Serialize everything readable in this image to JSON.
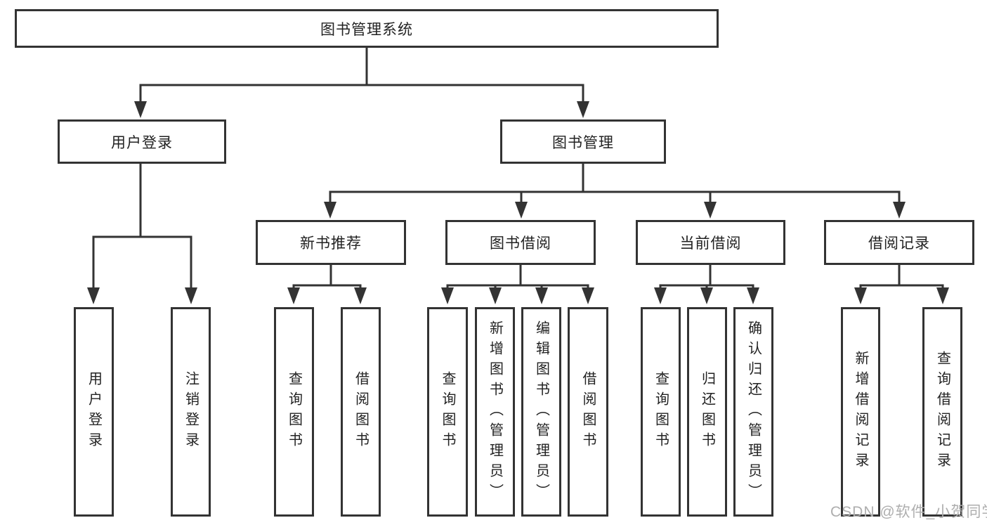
{
  "colors": {
    "line": "#333333",
    "box_border": "#333333",
    "text": "#222222",
    "watermark_text": "#aeaeae",
    "background": "#ffffff"
  },
  "root": {
    "label": "图书管理系统"
  },
  "level2": [
    {
      "label": "用户登录",
      "children": [
        {
          "label": "用户登录"
        },
        {
          "label": "注销登录"
        }
      ]
    },
    {
      "label": "图书管理",
      "children": [
        {
          "label": "新书推荐",
          "children": [
            {
              "label": "查询图书"
            },
            {
              "label": "借阅图书"
            }
          ]
        },
        {
          "label": "图书借阅",
          "children": [
            {
              "label": "查询图书"
            },
            {
              "label": "新增图书（管理员）"
            },
            {
              "label": "编辑图书（管理员）"
            },
            {
              "label": "借阅图书"
            }
          ]
        },
        {
          "label": "当前借阅",
          "children": [
            {
              "label": "查询图书"
            },
            {
              "label": "归还图书"
            },
            {
              "label": "确认归还（管理员）"
            }
          ]
        },
        {
          "label": "借阅记录",
          "children": [
            {
              "label": "新增借阅记录"
            },
            {
              "label": "查询借阅记录"
            }
          ]
        }
      ]
    }
  ],
  "watermark": {
    "text": "CSDN @软件_小贺同学"
  }
}
